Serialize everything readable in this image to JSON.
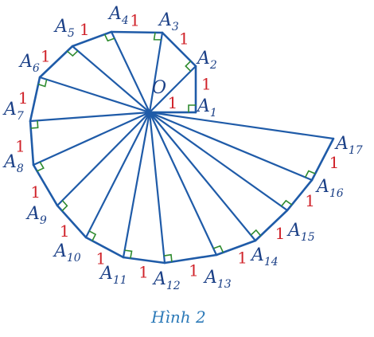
{
  "figure": {
    "center_label": "O",
    "caption": "Hình 2",
    "segment_label": "1",
    "point_letter": "A",
    "points": [
      {
        "sub": "1"
      },
      {
        "sub": "2"
      },
      {
        "sub": "3"
      },
      {
        "sub": "4"
      },
      {
        "sub": "5"
      },
      {
        "sub": "6"
      },
      {
        "sub": "7"
      },
      {
        "sub": "8"
      },
      {
        "sub": "9"
      },
      {
        "sub": "10"
      },
      {
        "sub": "11"
      },
      {
        "sub": "12"
      },
      {
        "sub": "13"
      },
      {
        "sub": "14"
      },
      {
        "sub": "15"
      },
      {
        "sub": "16"
      },
      {
        "sub": "17"
      }
    ],
    "colors": {
      "lines": "#1f5ba8",
      "right_angle": "#2e8b2e",
      "segment_label": "#d0232a",
      "point_label": "#1a3f86",
      "caption": "#2c7ab8"
    }
  }
}
